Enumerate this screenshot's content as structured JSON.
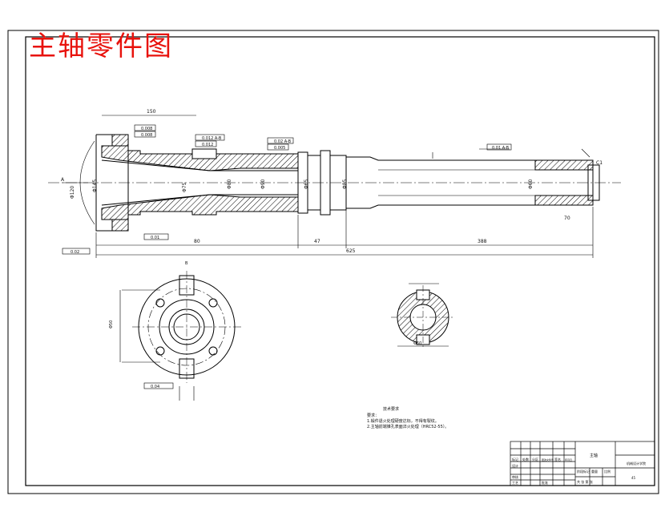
{
  "title": "主轴零件图",
  "colors": {
    "title": "#e8120c",
    "line": "#000000",
    "hatch": "#000000",
    "paper": "#ffffff"
  },
  "dimensions": {
    "top_span": "150",
    "overall_length": "625",
    "seg_a": "80",
    "seg_b": "47",
    "seg_c": "388",
    "seg_tail": "70",
    "dia_left_1": "Φ120",
    "dia_left_2": "Φ145",
    "dia_mid_1": "Φ75",
    "dia_mid_2": "Φ80",
    "dia_mid_3": "Φ90",
    "dia_right_1": "Φ65",
    "dia_right_2": "Φ85",
    "dia_end": "Φ60",
    "flange_width": "Φ50",
    "section_width": "Φ60",
    "thread_end": "C1"
  },
  "tolerances": {
    "t1": "0.008",
    "t2": "0.008",
    "t3": "0.012",
    "t4": "0.005",
    "t5": "0.01",
    "runout_right": "0.01 A-B",
    "runout_mid": "0.012 A-B",
    "flatness": "0.02 A-B",
    "perp": "0.02",
    "flange_pos": "0.04"
  },
  "datums": {
    "a": "A",
    "b": "B"
  },
  "notes": {
    "heading": "技术要求",
    "line_label": "要求：",
    "line1": "1.锻件退火处理硬度达标，不得有裂纹。",
    "line2": "2.主轴前端锥孔表面淬火处理（HRC52-55）。"
  },
  "title_block": {
    "drawing_name": "主轴",
    "company": "机械设计学院",
    "material": "45",
    "scale_label": "比例",
    "sheet_label": "共 张 第 张",
    "row_labels": [
      "标记",
      "处数",
      "分区",
      "更改文件号",
      "签名",
      "年月日"
    ],
    "roles": [
      "设计",
      "审核",
      "工艺",
      "批准"
    ],
    "phase_label": "阶段标记",
    "weight_label": "重量"
  }
}
